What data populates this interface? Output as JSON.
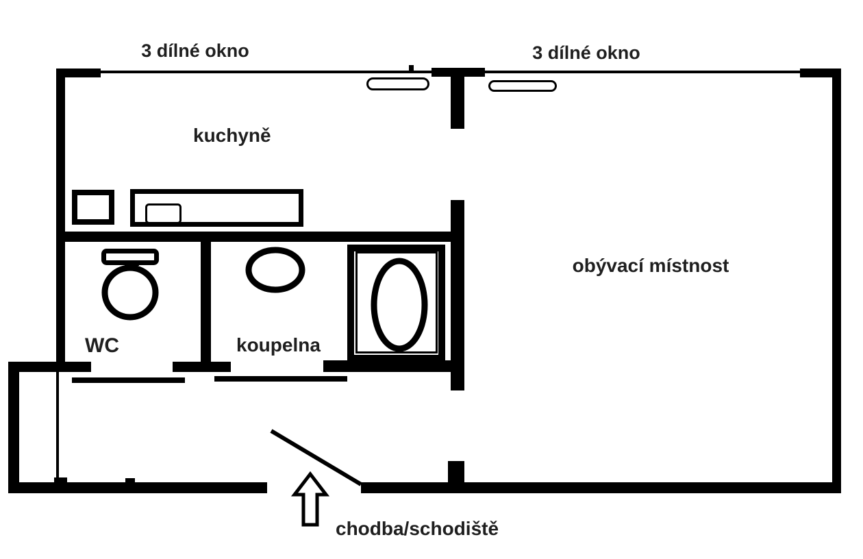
{
  "document_type": "apartment floor plan",
  "colors": {
    "ink": "#000000",
    "text": "#1f1f1f",
    "background": "#ffffff"
  },
  "labels": {
    "window_left": "3 dílné okno",
    "window_right": "3 dílné okno",
    "kitchen": "kuchyně",
    "living_room": "obývací místnost",
    "wc": "WC",
    "bathroom": "koupelna",
    "hallway": "chodba/schodiště"
  },
  "fixtures": {
    "stove": "stove-square",
    "kitchen_counter": "kitchen-counter-with-sink",
    "toilet": "toilet",
    "washbasin": "washbasin-oval",
    "bathtub": "bathtub",
    "window_sill_left": "window-sill-left",
    "window_sill_right": "window-sill-right",
    "entry_door": "entry-door-swing",
    "entry_arrow": "entrance-arrow-up"
  }
}
